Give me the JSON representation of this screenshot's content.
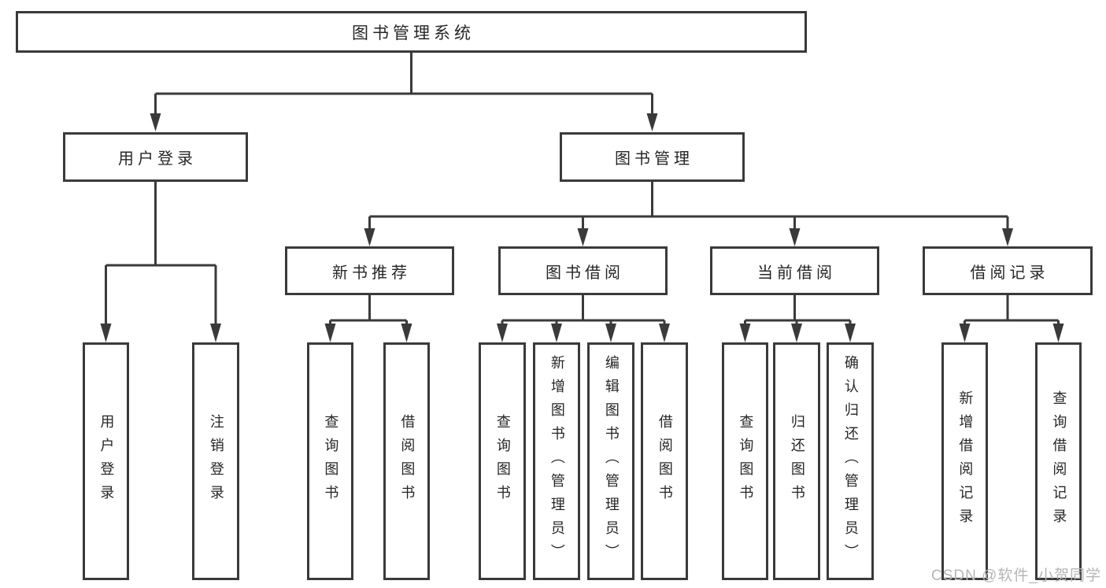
{
  "tree": {
    "root": "图书管理系统",
    "children": [
      {
        "label": "用户登录",
        "children": [
          {
            "label": "用户登录"
          },
          {
            "label": "注销登录"
          }
        ]
      },
      {
        "label": "图书管理",
        "children": [
          {
            "label": "新书推荐",
            "children": [
              {
                "label": "查询图书"
              },
              {
                "label": "借阅图书"
              }
            ]
          },
          {
            "label": "图书借阅",
            "children": [
              {
                "label": "查询图书"
              },
              {
                "label": "新增图书（管理员）"
              },
              {
                "label": "编辑图书（管理员）"
              },
              {
                "label": "借阅图书"
              }
            ]
          },
          {
            "label": "当前借阅",
            "children": [
              {
                "label": "查询图书"
              },
              {
                "label": "归还图书"
              },
              {
                "label": "确认归还（管理员）"
              }
            ]
          },
          {
            "label": "借阅记录",
            "children": [
              {
                "label": "新增借阅记录"
              },
              {
                "label": "查询借阅记录"
              }
            ]
          }
        ]
      }
    ]
  },
  "watermark": {
    "text": "CSDN @软件_小贺同学"
  },
  "colors": {
    "line": "#3a3a3a",
    "box_border": "#3a3a3a",
    "box_background": "#ffffff",
    "text": "#262626",
    "watermark": "#b5b5b5",
    "background": "#ffffff"
  }
}
